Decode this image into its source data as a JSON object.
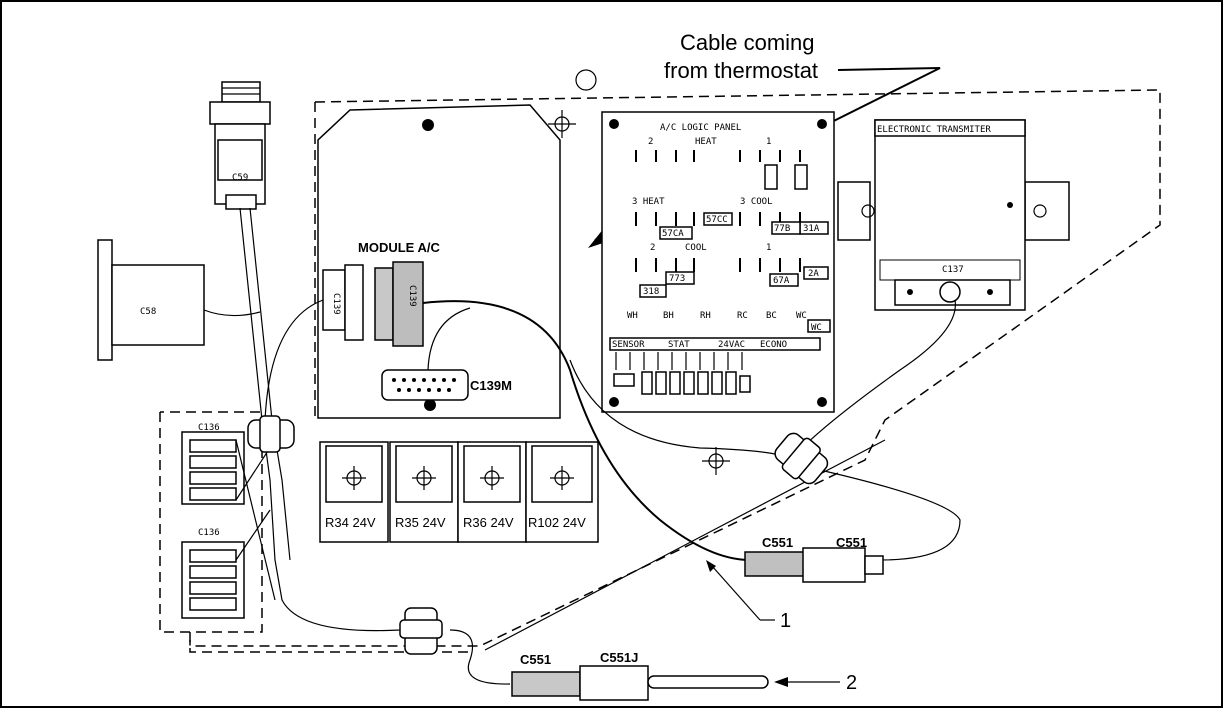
{
  "callout": {
    "thermostat_line1": "Cable coming",
    "thermostat_line2": "from thermostat",
    "ref1": "1",
    "ref2": "2"
  },
  "module": {
    "title": "MODULE A/C",
    "connector_left": "C139",
    "connector_right": "C139",
    "connector_main": "C139M"
  },
  "logic_panel": {
    "title": "A/C LOGIC PANEL",
    "heat_top": "HEAT",
    "heat_top_num_left": "2",
    "heat_top_num_right": "1",
    "heat3": "3 HEAT",
    "cool3": "3 COOL",
    "cool_mid": "COOL",
    "cool_num_left": "2",
    "cool_num_right": "1",
    "tag_57c": "57CC",
    "tag_57ca": "57CA",
    "tag_31a": "31A",
    "tag_77b": "77B",
    "tag_773": "773",
    "tag_67a": "67A",
    "tag_2a": "2A",
    "tag_318": "318",
    "tag_wc": "WC",
    "terminals": [
      "WH",
      "BH",
      "RH",
      "RC",
      "BC",
      "WC"
    ],
    "sections": [
      "SENSOR",
      "STAT",
      "24VAC",
      "ECONO"
    ]
  },
  "transmitter": {
    "title": "ELECTRONIC TRANSMITER",
    "connector": "C137"
  },
  "connectors": {
    "c59": "C59",
    "c58": "C58",
    "c136": "C136",
    "c551_a": "C551",
    "c551_b": "C551",
    "c551_c": "C551",
    "c551j": "C551J"
  },
  "relays": [
    "R34 24V",
    "R35 24V",
    "R36 24V",
    "R102 24V"
  ]
}
